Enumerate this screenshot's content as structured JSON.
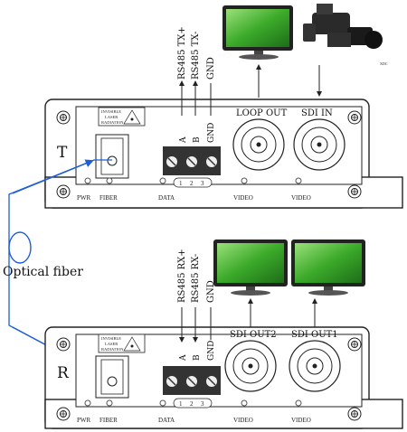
{
  "transmitter": {
    "letter": "T",
    "rs485": [
      "RS485 TX+",
      "RS485 TX-",
      "GND"
    ],
    "pins": [
      "A",
      "B",
      "GND"
    ],
    "pin_numbers": [
      "1",
      "2",
      "3"
    ],
    "ports": [
      "LOOP OUT",
      "SDI IN"
    ],
    "bottom": [
      "PWR",
      "FIBER",
      "DATA",
      "VIDEO",
      "VIDEO"
    ],
    "laser_warning": [
      "INVISIBLE",
      "LASER",
      "RADIATION"
    ],
    "camera_note": "XDC"
  },
  "receiver": {
    "letter": "R",
    "rs485": [
      "RS485 RX+",
      "RS485 RX-",
      "GND"
    ],
    "pins": [
      "A",
      "B",
      "GND"
    ],
    "pin_numbers": [
      "1",
      "2",
      "3"
    ],
    "ports": [
      "SDI OUT2",
      "SDI OUT1"
    ],
    "bottom": [
      "PWR",
      "FIBER",
      "DATA",
      "VIDEO",
      "VIDEO"
    ],
    "laser_warning": [
      "INVISIBLE",
      "LASER",
      "RADIATION"
    ]
  },
  "fiber_label": "Optical fiber",
  "colors": {
    "fiber": "#1f5fd6",
    "panel": "#ffffff",
    "screen": "#3caa2a",
    "line": "#222222"
  }
}
